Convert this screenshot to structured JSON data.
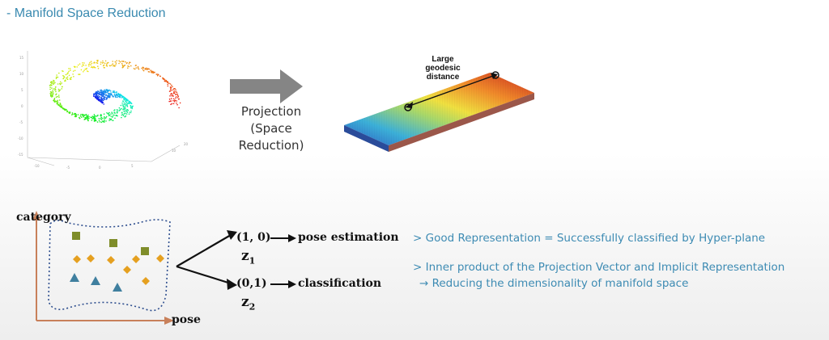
{
  "slide": {
    "title": "- Manifold Space Reduction",
    "projection_label_line1": "Projection",
    "projection_label_line2": "(Space Reduction)",
    "geodesic_label": "Large\ngeodesic\ndistance",
    "axis_y_label": "category",
    "axis_x_label": "pose",
    "output1_vector": "(1, 0)",
    "output1_task": "pose estimation",
    "output1_var": "z",
    "output1_sub": "1",
    "output2_vector": "(0,1)",
    "output2_task": "classification",
    "output2_var": "z",
    "output2_sub": "2",
    "bullet1": "> Good Representation = Successfully classified by Hyper-plane",
    "bullet2": "> Inner product of the Projection Vector and Implicit Representation",
    "bullet3": "→ Reducing the dimensionality of manifold space"
  },
  "colors": {
    "title": "#3a8ab0",
    "bullet_text": "#3d8bb3",
    "axis": "#c8805a",
    "manifold_border": "#2f4f8f",
    "square": "#7f8d2a",
    "diamond": "#e5a020",
    "triangle": "#3f7f9f",
    "big_arrow": "#858585"
  }
}
